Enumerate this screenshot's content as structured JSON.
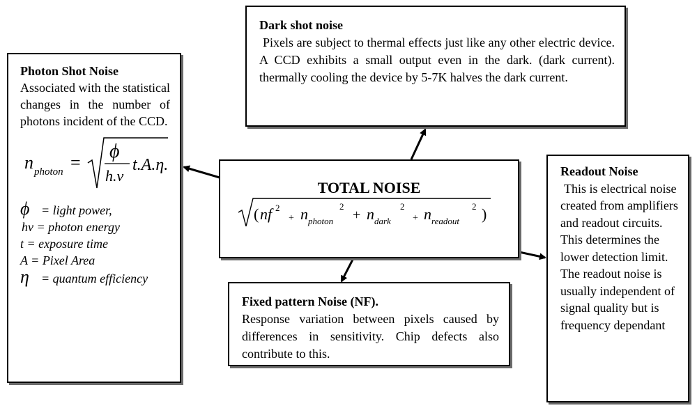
{
  "center": {
    "title": "TOTAL NOISE",
    "formula": {
      "nf": "nf",
      "photon": "photon",
      "dark": "dark",
      "readout": "readout",
      "n": "n",
      "exp": "2",
      "plus": "+"
    }
  },
  "photon_shot": {
    "title": "Photon Shot Noise",
    "body": "Associated with the statistical changes in the number of photons incident of the CCD.",
    "formula": {
      "n": "n",
      "sub": "photon",
      "eq": "=",
      "num": "ϕ",
      "den": "h.v",
      "tail": "t.A.η."
    },
    "definitions": [
      {
        "symbol": "ϕ",
        "text": "= light power,"
      },
      {
        "symbol": "",
        "text": "hv = photon energy"
      },
      {
        "symbol": "",
        "text": "t = exposure time"
      },
      {
        "symbol": "",
        "text": "A = Pixel Area"
      },
      {
        "symbol": "η",
        "text": "= quantum efficiency"
      }
    ]
  },
  "dark_shot": {
    "title": "Dark shot noise",
    "body": "Pixels are subject to thermal effects just like any other electric device. A CCD exhibits a small output even in the dark. (dark current).  thermally cooling the device by  5-7K halves the dark current."
  },
  "fixed_pattern": {
    "title": "Fixed pattern Noise (NF).",
    "body": "Response variation between pixels caused by differences in sensitivity. Chip defects also contribute to this."
  },
  "readout": {
    "title": "Readout Noise",
    "body": "This is electrical noise created from amplifiers and readout circuits. This determines the lower detection limit.  The readout noise is usually independent of signal quality but is frequency dependant"
  }
}
